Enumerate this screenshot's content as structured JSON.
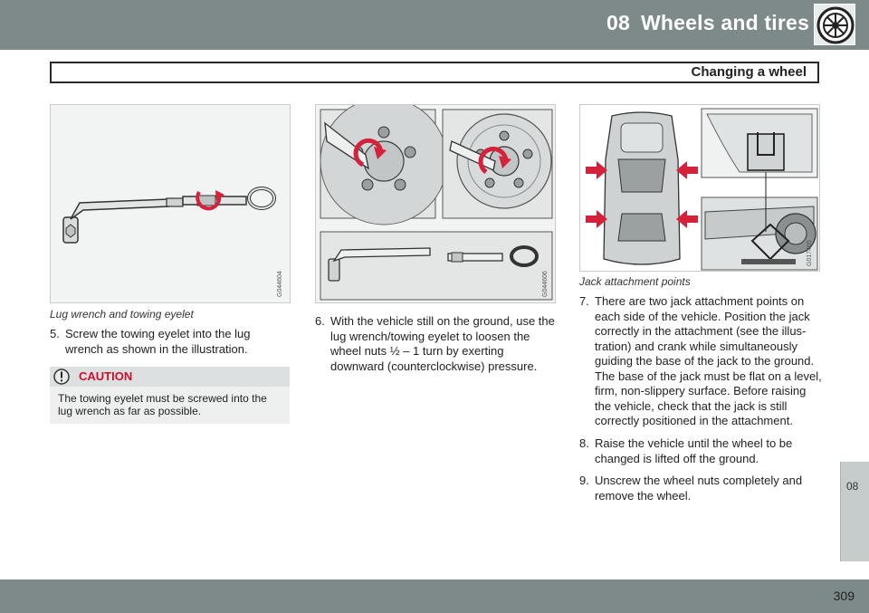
{
  "header": {
    "chapter_number": "08",
    "chapter_title": "Wheels and tires",
    "icon": "wheel-icon",
    "section_title": "Changing a wheel"
  },
  "figures": {
    "fig1": {
      "code": "G044604",
      "caption": "Lug wrench and towing eyelet"
    },
    "fig2": {
      "code": "G044606"
    },
    "fig3": {
      "code": "G017465",
      "caption": "Jack attachment points"
    }
  },
  "steps": [
    {
      "num": "5.",
      "text": "Screw the towing eyelet into the lug wrench as shown in the illustration."
    },
    {
      "num": "6.",
      "text": "With the vehicle still on the ground, use the lug wrench/towing eyelet to loosen the wheel nuts ½ – 1 turn by exerting downward (counterclockwise) pressure."
    },
    {
      "num": "7.",
      "text": "There are two jack attachment points on each side of the vehicle. Position the jack correctly in the attachment (see the illus-tration) and crank while simultaneously guiding the base of the jack to the ground. The base of the jack must be flat on a level, firm, non-slippery surface. Before raising the vehicle, check that the jack is still correctly positioned in the attachment."
    },
    {
      "num": "8.",
      "text": "Raise the vehicle until the wheel to be changed is lifted off the ground."
    },
    {
      "num": "9.",
      "text": "Unscrew the wheel nuts completely and remove the wheel."
    }
  ],
  "caution": {
    "icon": "exclamation-icon",
    "title": "CAUTION",
    "text": "The towing eyelet must be screwed into the lug wrench as far as possible."
  },
  "side_tab": {
    "label": "08"
  },
  "footer": {
    "page_number": "309"
  },
  "colors": {
    "band": "#7d8a89",
    "caution_red": "#c8102e",
    "arrow_red": "#d6213a"
  }
}
